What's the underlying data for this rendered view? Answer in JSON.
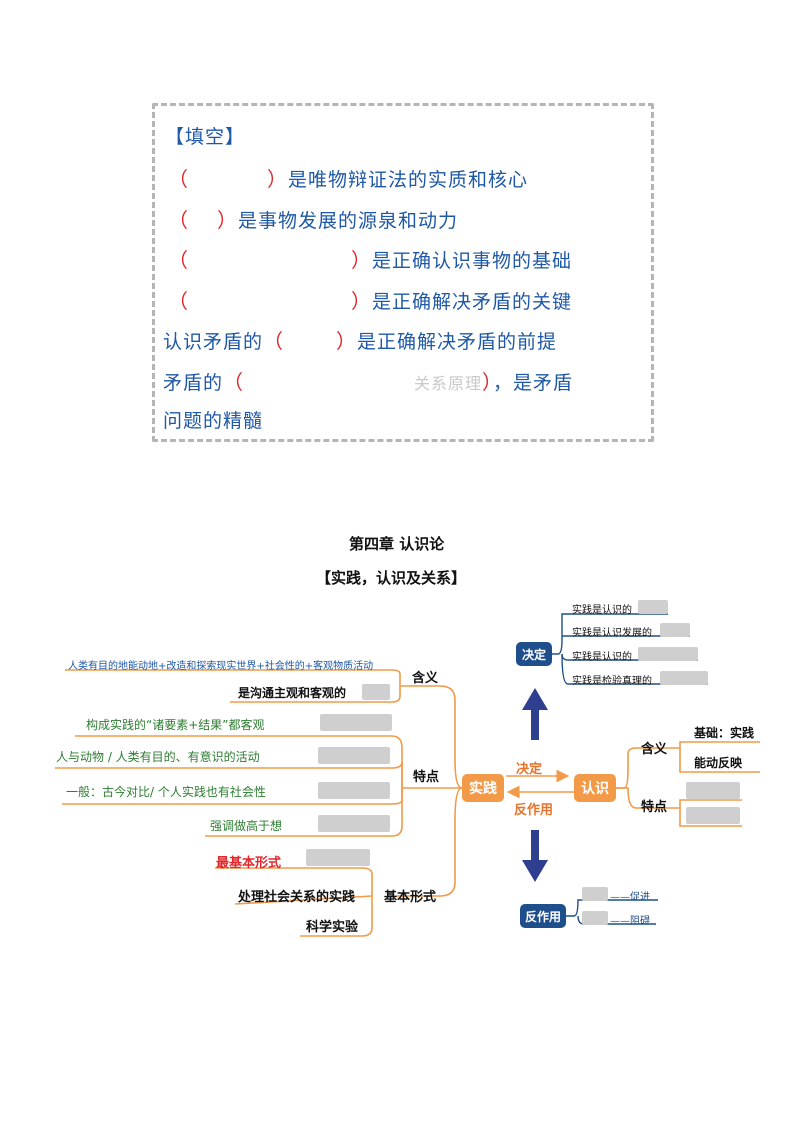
{
  "fill_in": {
    "header": "【填空】",
    "lines": [
      {
        "pre": "",
        "open": "（",
        "close": "）",
        "post": "是唯物辩证法的实质和核心"
      },
      {
        "pre": "",
        "open": "（",
        "close": "）",
        "post": "是事物发展的源泉和动力"
      },
      {
        "pre": "",
        "open": "（",
        "close": "）",
        "post": "是正确认识事物的基础"
      },
      {
        "pre": "",
        "open": "（",
        "close": "）",
        "post": "是正确解决矛盾的关键"
      },
      {
        "pre": "认识矛盾的",
        "open": "（",
        "close": "）",
        "post": "是正确解决矛盾的前提"
      },
      {
        "pre": "矛盾的",
        "open": "（",
        "faint": "关系原理",
        "close": "）",
        "post": "，是矛盾"
      }
    ],
    "last_line": "问题的精髓"
  },
  "chapter_title": "第四章  认识论",
  "section_title": "【实践，认识及关系】",
  "mindmap": {
    "center_left": "实践",
    "center_right": "认识",
    "arrow_top_label": "决定",
    "arrow_bottom_label": "反作用",
    "left": {
      "meaning_label": "含义",
      "meaning_items": [
        "人类有目的地能动地+改造和探索现实世界+社会性的+客观物质活动",
        "是沟通主观和客观的"
      ],
      "features_label": "特点",
      "features_items": [
        "构成实践的“诸要素+结果”都客观",
        "人与动物 / 人类有目的、有意识的活动",
        "一般：古今对比/ 个人实践也有社会性",
        "强调做高于想"
      ],
      "forms_label": "基本形式",
      "forms_items": [
        "最基本形式",
        "处理社会关系的实践",
        "科学实验"
      ]
    },
    "top": {
      "label": "决定",
      "items": [
        "实践是认识的",
        "实践是认识发展的",
        "实践是认识的",
        "实践是检验真理的"
      ]
    },
    "bottom": {
      "label": "反作用",
      "items": [
        "——促进",
        "——阻碍"
      ]
    },
    "right": {
      "meaning_label": "含义",
      "meaning_items": [
        "基础：实践",
        "能动反映"
      ],
      "features_label": "特点"
    },
    "colors": {
      "orange": "#f29a48",
      "blue": "#1f4e8c",
      "red": "#e0282d",
      "green": "#2e7d32",
      "blank": "#cfcfcf"
    }
  }
}
